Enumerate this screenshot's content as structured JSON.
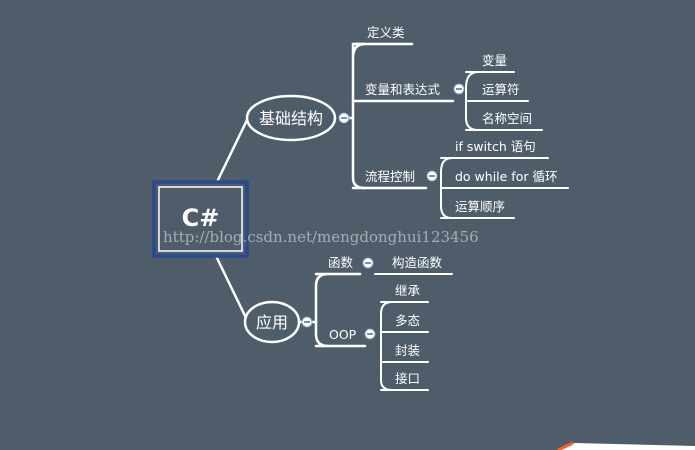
{
  "root": {
    "label": "C#"
  },
  "branches": {
    "basic": {
      "label": "基础结构",
      "children": {
        "define_class": "定义类",
        "vars_exprs": {
          "label": "变量和表达式",
          "children": [
            "变量",
            "运算符",
            "名称空间"
          ]
        },
        "flow_control": {
          "label": "流程控制",
          "children": [
            "if switch 语句",
            "do while for 循环",
            "运算顺序"
          ]
        }
      }
    },
    "application": {
      "label": "应用",
      "children": {
        "functions": {
          "label": "函数",
          "children": [
            "构造函数"
          ]
        },
        "oop": {
          "label": "OOP",
          "children": [
            "继承",
            "多态",
            "封装",
            "接口"
          ]
        }
      }
    }
  },
  "watermark": "http://blog.csdn.net/mengdonghui123456",
  "colors": {
    "background": "#4f5d6b",
    "root_border": "#2a4a8c",
    "line": "#ffffff",
    "accent": "#f0642c"
  }
}
